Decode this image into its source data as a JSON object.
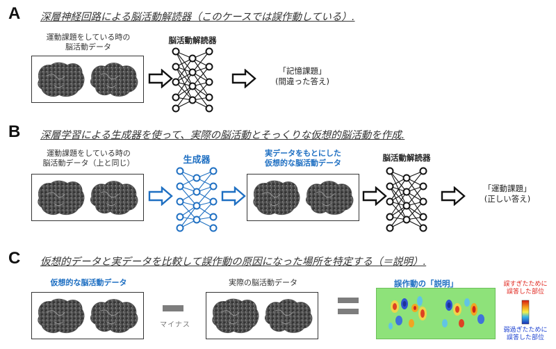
{
  "sections": {
    "a": {
      "letter": "A",
      "title": "深層神経回路による脳活動解読器（このケースでは誤作動している）.",
      "input_caption": [
        "運動課題をしている時の",
        "脳活動データ"
      ],
      "decoder_label": "脳活動解読器",
      "output": [
        "「記憶課題」",
        "(間違った答え)"
      ]
    },
    "b": {
      "letter": "B",
      "title": "深層学習による生成器を使って、実際の脳活動とそっくりな仮想的脳活動を作成.",
      "input_caption": [
        "運動課題をしている時の",
        "脳活動データ（上と同じ）"
      ],
      "generator_label": "生成器",
      "virtual_caption": [
        "実データをもとにした",
        "仮想的な脳活動データ"
      ],
      "decoder_label": "脳活動解読器",
      "output": [
        "「運動課題」",
        "(正しい答え)"
      ]
    },
    "c": {
      "letter": "C",
      "title": "仮想的データと実データを比較して誤作動の原因になった場所を特定する（＝説明）.",
      "virtual_caption": "仮想的な脳活動データ",
      "real_caption": "実際の脳活動データ",
      "minus_label": "マイナス",
      "result_caption": "誤作動の「説明」",
      "legend_top": [
        "誤すぎたために",
        "誤答した部位"
      ],
      "legend_bottom": [
        "弱過ぎたために",
        "誤答した部位"
      ]
    }
  },
  "colors": {
    "accent_blue": "#1e6fc2",
    "legend_top_red": "#e0241c",
    "legend_bottom_blue": "#1a3fd0",
    "heatmap_green": "#8ee27a"
  },
  "icons": [
    "brain-scan-image",
    "right-arrow-icon",
    "neural-network-icon",
    "minus-sign-icon",
    "equals-sign-icon",
    "heatmap-image",
    "colorbar-icon"
  ]
}
